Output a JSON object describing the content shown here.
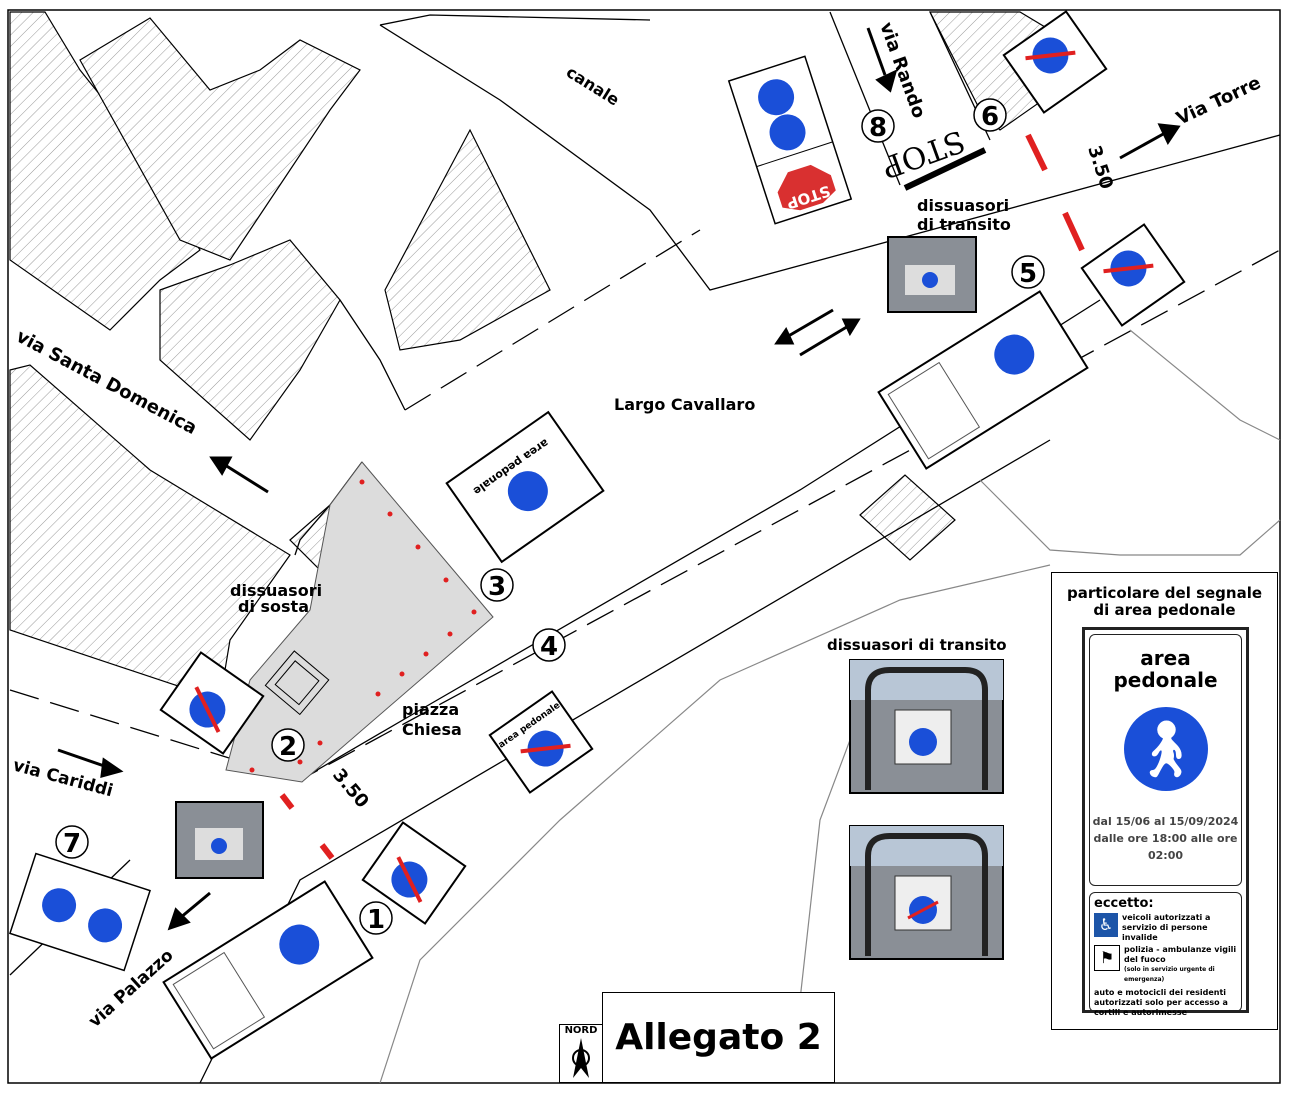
{
  "labels": {
    "canale": "canale",
    "via_rando": "via Rando",
    "via_torre": "Via  Torre",
    "via_santa_domenica": "via Santa Domenica",
    "largo_cavallaro": "Largo Cavallaro",
    "dissuasori_transito_top_1": "dissuasori",
    "dissuasori_transito_top_2": "di transito",
    "dissuasori_sosta_1": "dissuasori",
    "dissuasori_sosta_2": "di sosta",
    "piazza_1": "piazza",
    "piazza_2": "Chiesa",
    "via_cariddi": "via Cariddi",
    "via_palazzo": "via Palazzo",
    "dissuasori_transito_photos": "dissuasori di transito",
    "dim_top": "3.50",
    "dim_bottom": "3.50",
    "stop_road": "STOP"
  },
  "markers": [
    "1",
    "2",
    "3",
    "4",
    "5",
    "6",
    "7",
    "8"
  ],
  "signs": {
    "area_pedonale": "area pedonale",
    "area": "area",
    "pedonale": "pedonale",
    "stop": "STOP"
  },
  "detail_panel": {
    "title_1": "particolare del segnale",
    "title_2": "di area pedonale",
    "sign_title_1": "area",
    "sign_title_2": "pedonale",
    "dates_1": "dal 15/06 al 15/09/2024",
    "dates_2": "dalle ore 18:00 alle ore 02:00",
    "eccetto": "eccetto:",
    "exception_1": "veicoli autorizzati a servizio di persone invalide",
    "exception_2": "polizia - ambulanze vigili del fuoco",
    "exception_2_note": "(solo in servizio urgente di emergenza)",
    "exception_3": "auto e motocicli dei residenti autorizzati solo per accesso a cortili e autorimesse"
  },
  "footer": {
    "title": "Allegato 2",
    "north": "NORD"
  },
  "colors": {
    "sign_blue": "#1a4fd8",
    "barrier_red": "#e02020",
    "stop_red": "#d93030",
    "piazza_grey": "#dcdcdc"
  }
}
